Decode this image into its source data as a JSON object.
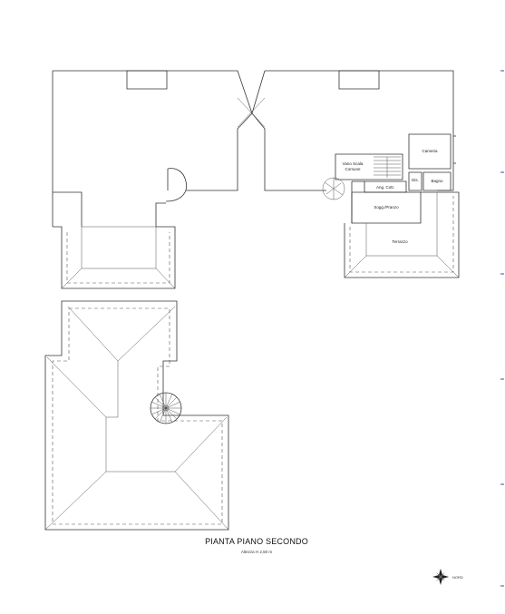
{
  "drawing": {
    "title": "PIANTA PIANO SECONDO",
    "subtitle": "Altezza H 2,50 m",
    "north_label": "NORD"
  },
  "rooms": {
    "vano_scala": "Vano Scala",
    "comune": "Comune",
    "cameria": "Cameria",
    "bagno": "Bagno",
    "dis": "Dis.",
    "ang_cott": "Ang. Cott.",
    "sogg_pranzo": "Sogg./Pranzo",
    "terrazzo": "Terrazzo"
  },
  "colors": {
    "line": "#333333",
    "margin_marks": "#3355aa"
  }
}
